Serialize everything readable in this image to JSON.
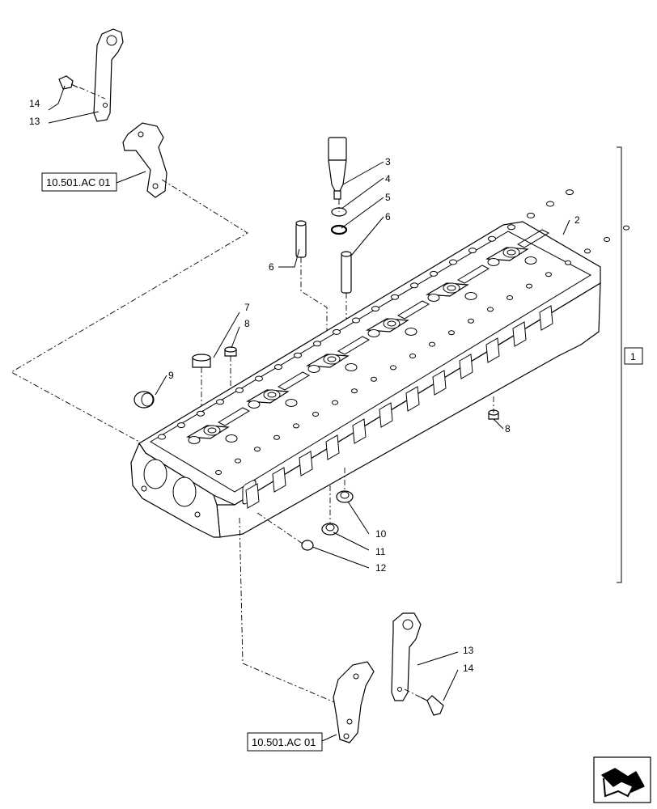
{
  "callouts": {
    "c1": "1",
    "c2": "2",
    "c3": "3",
    "c4": "4",
    "c5": "5",
    "c6a": "6",
    "c6b": "6",
    "c7": "7",
    "c8a": "8",
    "c8b": "8",
    "c9": "9",
    "c10": "10",
    "c11": "11",
    "c12": "12",
    "c13a": "13",
    "c13b": "13",
    "c14a": "14",
    "c14b": "14"
  },
  "references": {
    "top": "10.501.AC 01",
    "bottom": "10.501.AC 01"
  },
  "nav": {
    "icon": "next-page-arrow-icon"
  }
}
